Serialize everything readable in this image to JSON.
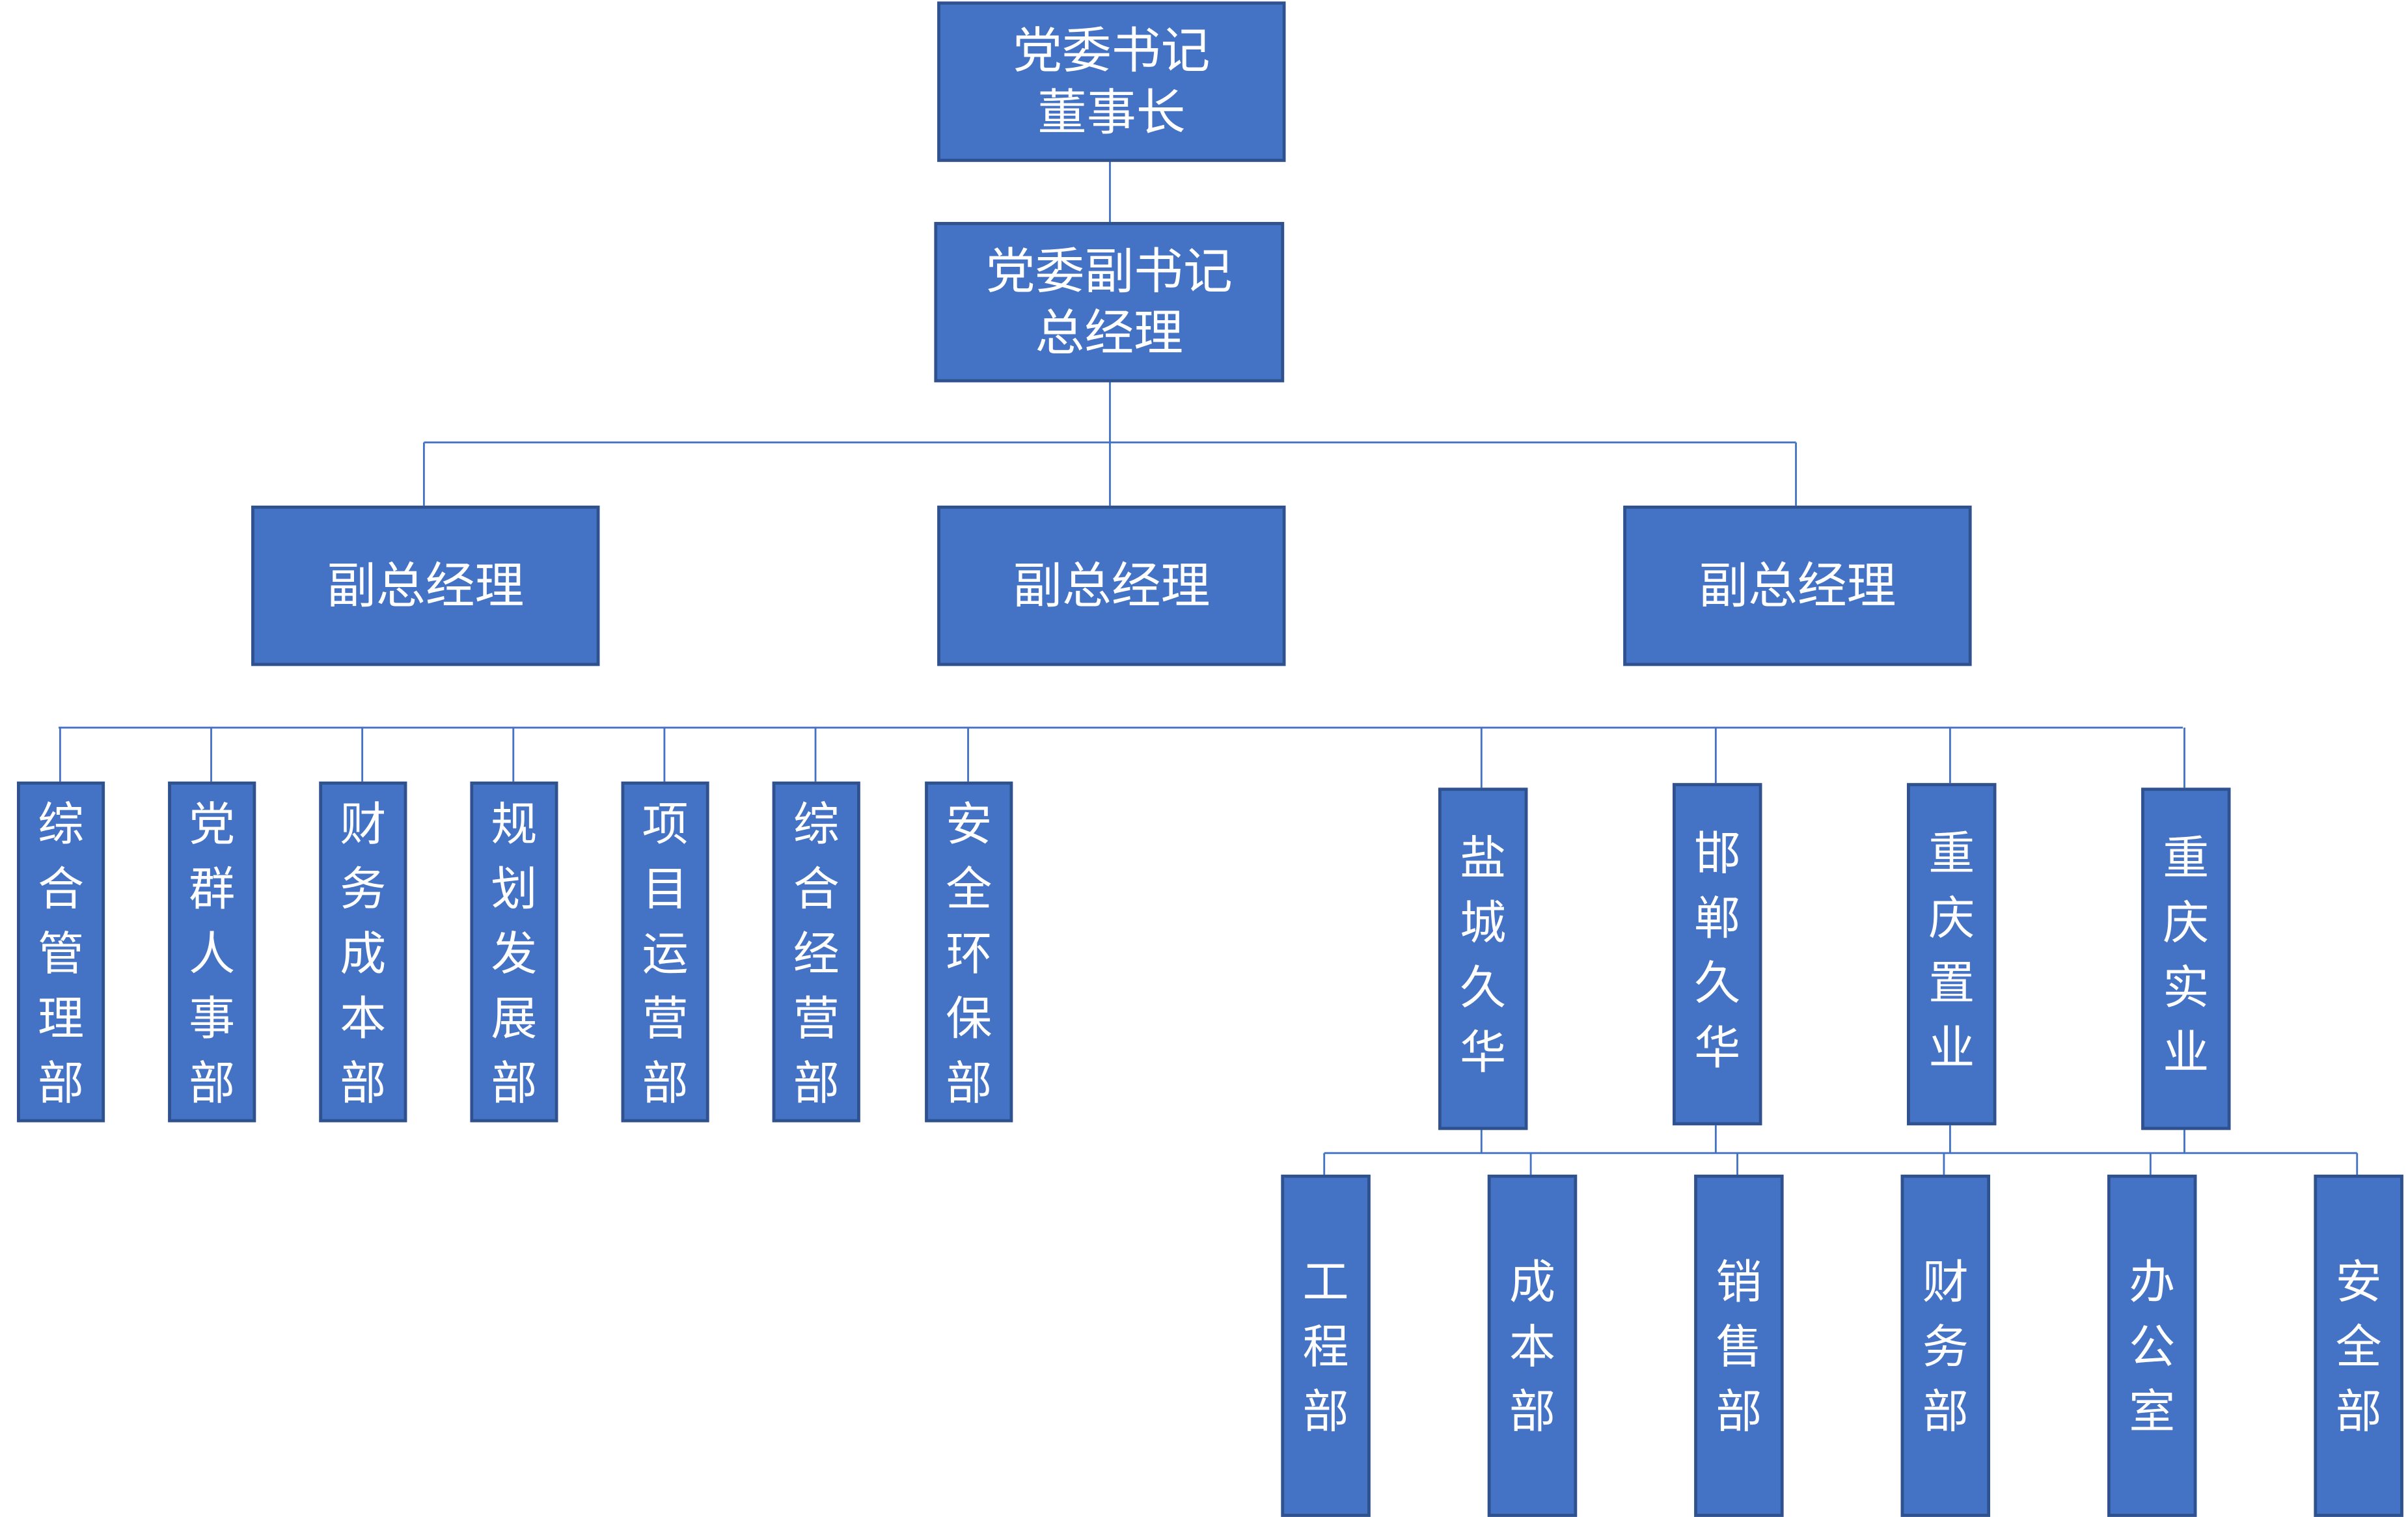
{
  "chairman": {
    "line1": "党委书记",
    "line2": "董事长"
  },
  "general_manager": {
    "line1": "党委副书记",
    "line2": "总经理"
  },
  "deputy_managers": [
    "副总经理",
    "副总经理",
    "副总经理"
  ],
  "departments": [
    "综合管理部",
    "党群人事部",
    "财务成本部",
    "规划发展部",
    "项目运营部",
    "综合经营部",
    "安全环保部"
  ],
  "subsidiaries": [
    "盐城久华",
    "邯郸久华",
    "重庆置业",
    "重庆实业"
  ],
  "subsidiary_departments": [
    "工程部",
    "成本部",
    "销售部",
    "财务部",
    "办公室",
    "安全部"
  ],
  "colors": {
    "fill": "#4472C4",
    "border": "#2F528F",
    "connector": "#4472C4",
    "text": "#FFFFFF"
  }
}
